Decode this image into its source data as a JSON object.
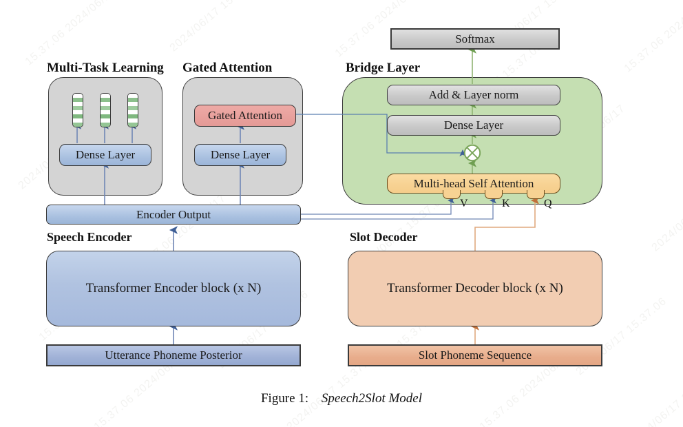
{
  "figure": {
    "caption_label": "Figure 1:",
    "caption_title": "Speech2Slot Model"
  },
  "groups": {
    "multi_task_learning": {
      "label": "Multi-Task Learning",
      "color": "#d4d4d4"
    },
    "gated_attention": {
      "label": "Gated Attention",
      "color": "#d4d4d4"
    },
    "bridge_layer": {
      "label": "Bridge Layer",
      "color": "#c5dfb2"
    },
    "speech_encoder": {
      "label": "Speech Encoder"
    },
    "slot_decoder": {
      "label": "Slot Decoder"
    }
  },
  "nodes": {
    "softmax": {
      "label": "Softmax",
      "color": "#c9c9c9"
    },
    "add_layer_norm": {
      "label": "Add & Layer norm",
      "color": "#c9c9c9"
    },
    "bridge_dense_layer": {
      "label": "Dense Layer",
      "color": "#c9c9c9"
    },
    "multi_head_self_attention": {
      "label": "Multi-head Self Attention",
      "color": "#f7d293"
    },
    "gated_attention_box": {
      "label": "Gated Attention",
      "color": "#e8a09c"
    },
    "gated_dense_layer": {
      "label": "Dense Layer",
      "color": "#aac1e0"
    },
    "mtl_dense_layer": {
      "label": "Dense Layer",
      "color": "#aac1e0"
    },
    "encoder_output": {
      "label": "Encoder Output",
      "color": "#aac1e0"
    },
    "transformer_encoder_block": {
      "label": "Transformer Encoder block (x N)",
      "color": "#b0c2e0"
    },
    "utterance_phoneme_posterior": {
      "label": "Utterance Phoneme Posterior",
      "color": "#a2b3d8"
    },
    "transformer_decoder_block": {
      "label": "Transformer Decoder block (x N)",
      "color": "#f2cdb2"
    },
    "slot_phoneme_sequence": {
      "label": "Slot Phoneme Sequence",
      "color": "#e8ad8c"
    },
    "multiply_operator": {
      "label": "⊗",
      "color": "#7aa55a"
    }
  },
  "attention_inputs": [
    {
      "label": "V",
      "source": "encoder-output",
      "color": "#4a6fa5"
    },
    {
      "label": "K",
      "source": "encoder-output",
      "color": "#4a6fa5"
    },
    {
      "label": "Q",
      "source": "slot-decoder",
      "color": "#c0703a"
    }
  ],
  "mtl_output_stacks": [
    {
      "segments": [
        "#ffffff",
        "#8cc08c",
        "#ffffff",
        "#9ecb9e",
        "#ffffff",
        "#7fb87f",
        "#ffffff",
        "#95c695"
      ]
    },
    {
      "segments": [
        "#ffffff",
        "#8cc08c",
        "#ffffff",
        "#9ecb9e",
        "#ffffff",
        "#7fb87f",
        "#ffffff",
        "#95c695"
      ]
    },
    {
      "segments": [
        "#ffffff",
        "#8cc08c",
        "#ffffff",
        "#9ecb9e",
        "#ffffff",
        "#7fb87f",
        "#ffffff",
        "#95c695"
      ]
    }
  ],
  "wire_colors": {
    "blue": "#4a6fa5",
    "green": "#6f9f52",
    "orange": "#c0703a"
  },
  "watermarks": [
    "15.37.06 2024/06/17",
    "2024/06/17 15.37.06",
    "15.37.06 2024/06/17",
    "2024/06/17 15.37.06",
    "15.37.06 2024/06/17",
    "2024/06/17 15.37.06",
    "15.37.06 2024/06/17",
    "2024/06/17 15.37.06",
    "15.37.06 2024/06/17",
    "2024/06/17 15.37.06",
    "15.37.06 2024/06/17",
    "2024/06/17 15.37.06"
  ]
}
